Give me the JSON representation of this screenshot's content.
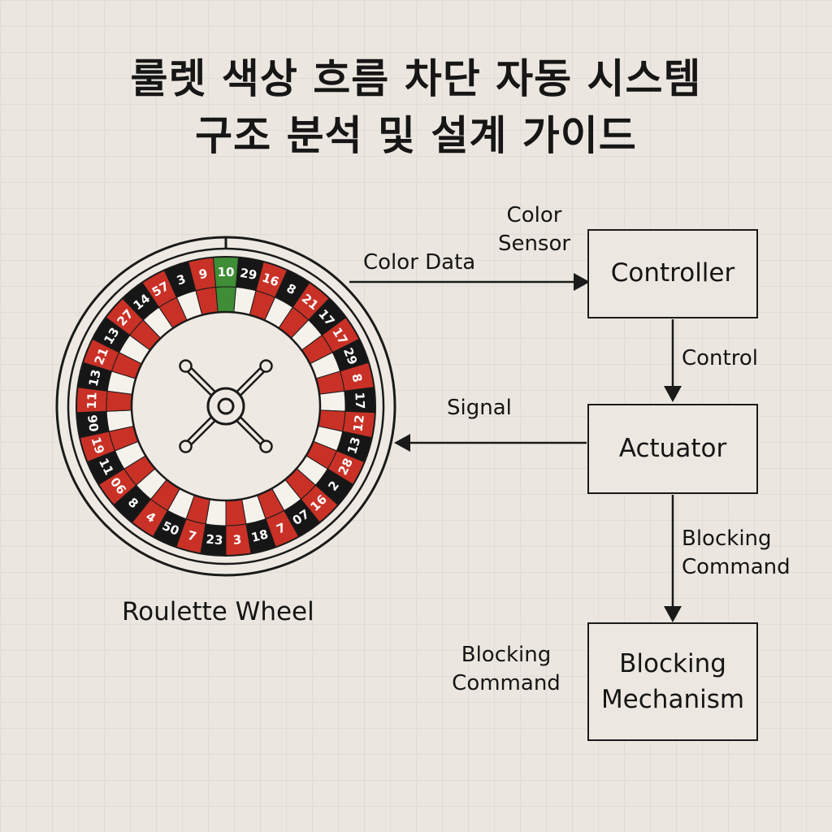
{
  "title": {
    "line1": "룰렛 색상 흐름 차단 자동 시스템",
    "line2": "구조 분석 및 설계 가이드"
  },
  "wheel": {
    "label": "Roulette Wheel",
    "pocket_numbers": [
      "10",
      "29",
      "16",
      "8",
      "21",
      "17",
      "17",
      "29",
      "8",
      "17",
      "12",
      "13",
      "28",
      "2",
      "16",
      "07",
      "7",
      "18",
      "3",
      "23",
      "7",
      "50",
      "4",
      "8",
      "06",
      "11",
      "19",
      "90",
      "11",
      "13",
      "21",
      "13",
      "27",
      "14",
      "57",
      "3",
      "9"
    ],
    "colors": {
      "red": "#c93126",
      "black": "#161616",
      "green": "#3f8d36",
      "white": "#f5f2ec"
    }
  },
  "boxes": {
    "controller": "Controller",
    "actuator": "Actuator",
    "blocking_mechanism": "Blocking\nMechanism"
  },
  "labels": {
    "color_sensor": "Color\nSensor",
    "color_data": "Color Data",
    "control": "Control",
    "signal": "Signal",
    "blocking_command_right": "Blocking\nCommand",
    "blocking_command_left": "Blocking\nCommand"
  }
}
